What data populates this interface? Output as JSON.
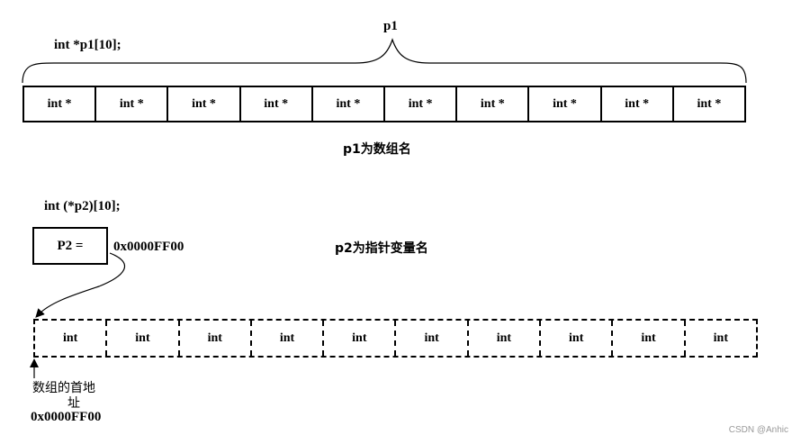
{
  "top": {
    "declaration": "int  *p1[10];",
    "brace_label": "p1",
    "cells": [
      "int *",
      "int *",
      "int *",
      "int *",
      "int *",
      "int *",
      "int *",
      "int *",
      "int *",
      "int *"
    ],
    "caption": "p1为数组名"
  },
  "bottom": {
    "declaration": "int  (*p2)[10];",
    "pointer_box": "P2 =",
    "pointer_value": "0x0000FF00",
    "caption": "p2为指针变量名",
    "cells": [
      "int",
      "int",
      "int",
      "int",
      "int",
      "int",
      "int",
      "int",
      "int",
      "int"
    ],
    "address_label_line1": "数组的首地",
    "address_label_line2": "址",
    "address_value": "0x0000FF00"
  },
  "watermark": "CSDN @Anhic"
}
